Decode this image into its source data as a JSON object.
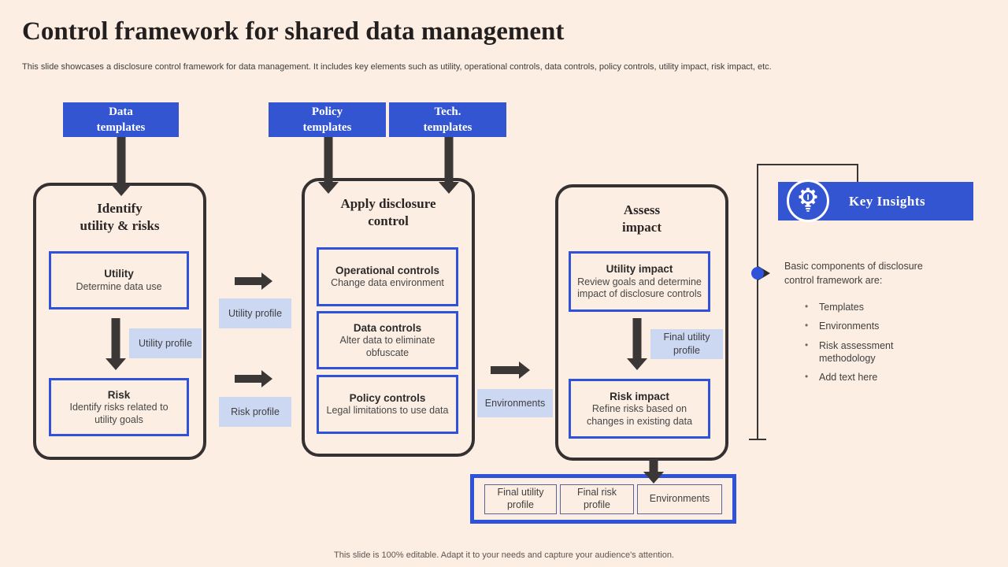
{
  "slide": {
    "title": "Control framework for shared data management",
    "subtitle": "This slide showcases a disclosure control framework for data management. It includes key elements such as utility, operational controls, data controls, policy controls, utility impact, risk impact, etc.",
    "footer": "This slide is 100% editable. Adapt it to your needs and capture your audience's attention."
  },
  "colors": {
    "background": "#fceee2",
    "accent_blue": "#3355d1",
    "box_border_blue": "#2e52d9",
    "label_lavender": "#ccd7f2",
    "arrow_dark": "#3b3737"
  },
  "top_templates": [
    {
      "label": "Data\ntemplates"
    },
    {
      "label": "Policy\ntemplates"
    },
    {
      "label": "Tech.\ntemplates"
    }
  ],
  "stages": [
    {
      "heading": "Identify\nutility & risks",
      "boxes": [
        {
          "title": "Utility",
          "desc": "Determine data use"
        },
        {
          "title": "Risk",
          "desc": "Identify risks related to utility goals"
        }
      ],
      "inner_label": "Utility profile"
    },
    {
      "heading": "Apply disclosure\ncontrol",
      "boxes": [
        {
          "title": "Operational controls",
          "desc": "Change data environment"
        },
        {
          "title": "Data controls",
          "desc": "Alter data to eliminate obfuscate"
        },
        {
          "title": "Policy controls",
          "desc": "Legal limitations to use data"
        }
      ]
    },
    {
      "heading": "Assess\nimpact",
      "boxes": [
        {
          "title": "Utility impact",
          "desc": "Review goals and determine impact of disclosure controls"
        },
        {
          "title": "Risk impact",
          "desc": "Refine risks based on changes in existing data"
        }
      ],
      "inner_label": "Final utility profile"
    }
  ],
  "flow_labels": {
    "utility_profile": "Utility profile",
    "risk_profile": "Risk profile",
    "environments": "Environments"
  },
  "outputs": [
    {
      "label": "Final utility profile"
    },
    {
      "label": "Final risk profile"
    },
    {
      "label": "Environments"
    }
  ],
  "key_insights": {
    "title": "Key Insights",
    "icon": "gear-lightbulb-icon",
    "intro": "Basic components of disclosure control framework are:",
    "bullets": [
      "Templates",
      "Environments",
      "Risk assessment methodology",
      "Add text here"
    ]
  }
}
